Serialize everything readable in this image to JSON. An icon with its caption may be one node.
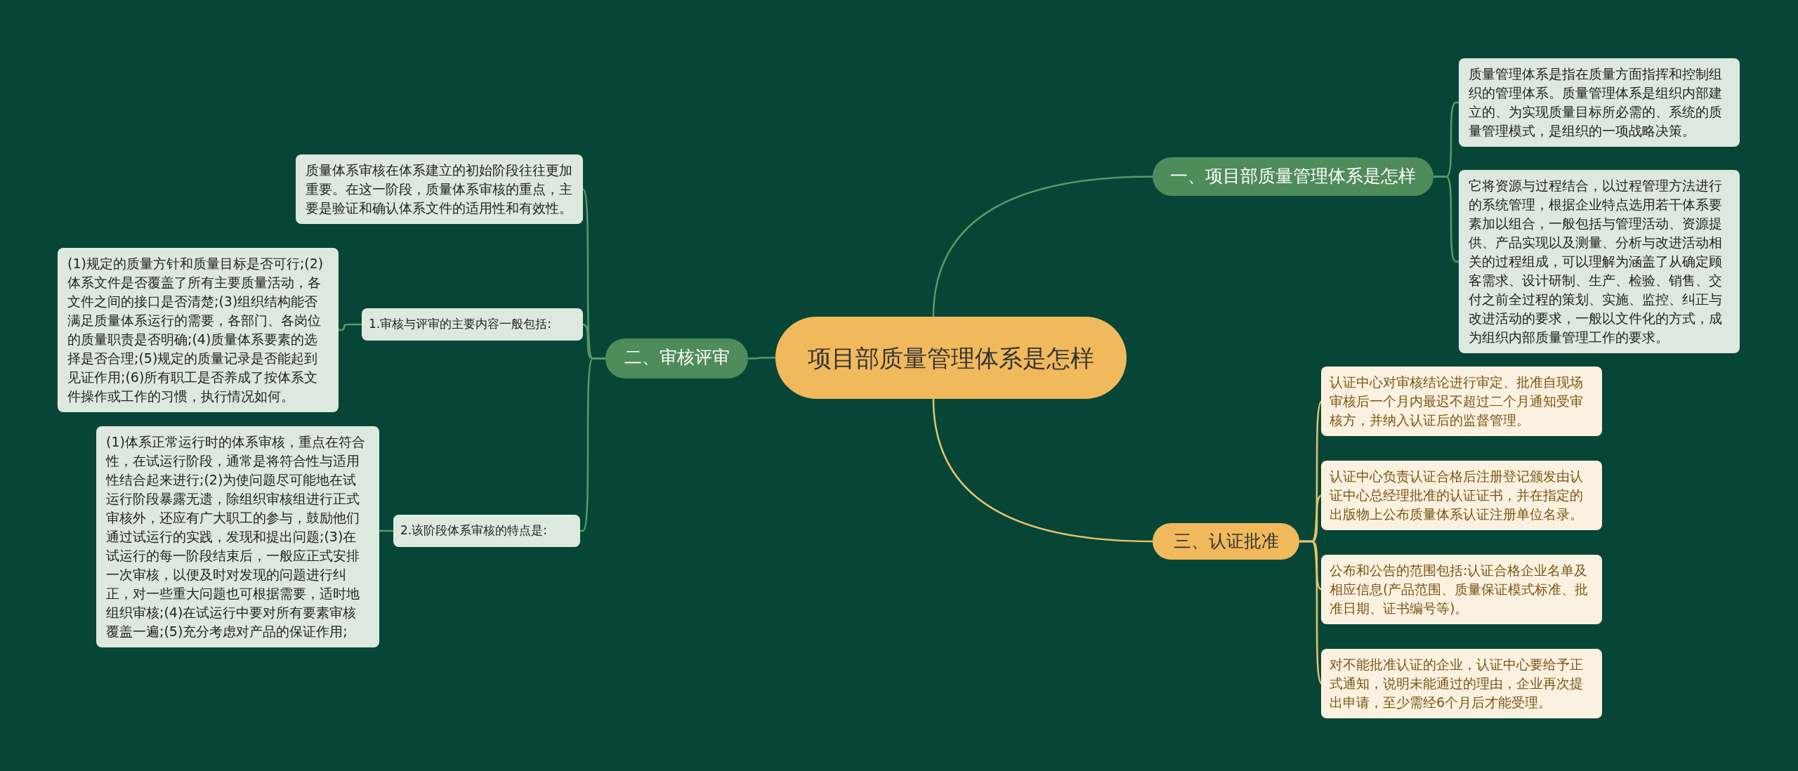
{
  "diagram": {
    "nodes": [
      {
        "text": [
          "项目部质量管理体系是怎样"
        ]
      },
      {
        "text": [
          "一、项目部质量管理体系是怎样"
        ]
      },
      {
        "text": [
          "质量管理体系是指在质量方面指挥和控制组织的管理体系。质量管理体系是组织内部建立的、为实现质量目标所必需的、系统的质量管理模式，是组织的一项战略决策。"
        ]
      },
      {
        "text": [
          "它将资源与过程结合，以过程管理方法进行的系统管理，根据企业特点选用若干体系要素加以组合，一般包括与管理活动、资源提供、产品实现以及测量、分析与改进活动相关的过程组成，可以理解为涵盖了从确定顾客需求、设计研制、生产、检验、销售、交付之前全过程的策划、实施、监控、纠正与改进活动的要求，一般以文件化的方式，成为组织内部质量管理工作的要求。"
        ]
      },
      {
        "text": [
          "二、审核评审"
        ]
      },
      {
        "text": [
          "质量体系审核在体系建立的初始阶段往往更加重要。在这一阶段，质量体系审核的重点，主要是验证和确认体系文件的适用性和有效性。"
        ]
      },
      {
        "text": [
          "1.审核与评审的主要内容一般包括:"
        ]
      },
      {
        "text": [
          "(1)规定的质量方针和质量目标是否可行;(2)体系文件是否覆盖了所有主要质量活动，各文件之间的接口是否清楚;(3)组织结构能否满足质量体系运行的需要，各部门、各岗位的质量职责是否明确;(4)质量体系要素的选择是否合理;(5)规定的质量记录是否能起到见证作用;(6)所有职工是否养成了按体系文件操作或工作的习惯，执行情况如何。"
        ]
      },
      {
        "text": [
          "2.该阶段体系审核的特点是:"
        ]
      },
      {
        "text": [
          "(1)体系正常运行时的体系审核，重点在符合性，在试运行阶段，通常是将符合性与适用性结合起来进行;(2)为使问题尽可能地在试运行阶段暴露无遗，除组织审核组进行正式审核外，还应有广大职工的参与，鼓励他们通过试运行的实践，发现和提出问题;(3)在试运行的每一阶段结束后，一般应正式安排一次审核，以便及时对发现的问题进行纠正，对一些重大问题也可根据需要，适时地组织审核;(4)在试运行中要对所有要素审核覆盖一遍;(5)充分考虑对产品的保证作用;"
        ]
      },
      {
        "text": [
          "三、认证批准"
        ]
      },
      {
        "text": [
          "认证中心对审核结论进行审定、批准自现场审核后一个月内最迟不超过二个月通知受审核方，并纳入认证后的监督管理。"
        ]
      },
      {
        "text": [
          "认证中心负责认证合格后注册登记颁发由认证中心总经理批准的认证证书，并在指定的出版物上公布质量体系认证注册单位名录。"
        ]
      },
      {
        "text": [
          "公布和公告的范围包括:认证合格企业名单及相应信息(产品范围、质量保证模式标准、批准日期、证书编号等)。"
        ]
      },
      {
        "text": [
          "对不能批准认证的企业，认证中心要给予正式通知，说明未能通过的理由，企业再次提出申请，至少需经6个月后才能受理。"
        ]
      }
    ],
    "edges": [
      {
        "from": 0,
        "to": 1,
        "arrow": "none"
      },
      {
        "from": 1,
        "to": 2,
        "arrow": "none"
      },
      {
        "from": 1,
        "to": 3,
        "arrow": "none"
      },
      {
        "from": 0,
        "to": 4,
        "arrow": "none"
      },
      {
        "from": 4,
        "to": 5,
        "arrow": "none"
      },
      {
        "from": 4,
        "to": 6,
        "arrow": "none"
      },
      {
        "from": 6,
        "to": 7,
        "arrow": "none"
      },
      {
        "from": 4,
        "to": 8,
        "arrow": "none"
      },
      {
        "from": 8,
        "to": 9,
        "arrow": "none"
      },
      {
        "from": 0,
        "to": 10,
        "arrow": "none",
        "color": "#e8c36b"
      },
      {
        "from": 10,
        "to": 11,
        "arrow": "none",
        "color": "#e8c36b"
      },
      {
        "from": 10,
        "to": 12,
        "arrow": "none",
        "color": "#e8c36b"
      },
      {
        "from": 10,
        "to": 13,
        "arrow": "none",
        "color": "#e8c36b"
      },
      {
        "from": 10,
        "to": 14,
        "arrow": "none",
        "color": "#e8c36b"
      }
    ]
  }
}
